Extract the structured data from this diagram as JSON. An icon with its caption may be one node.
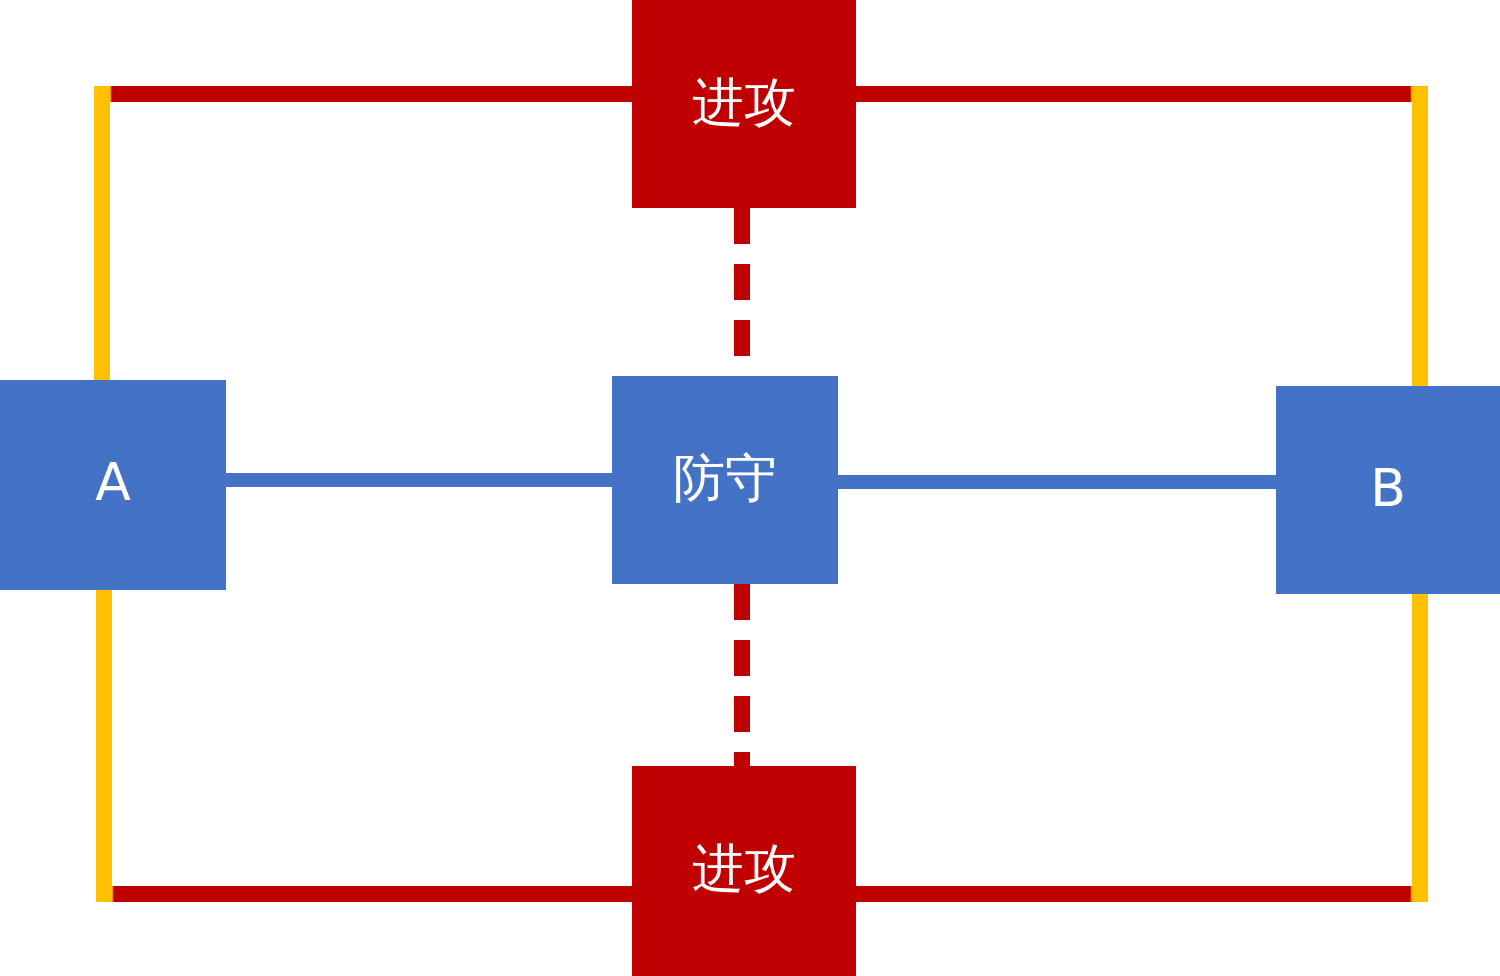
{
  "diagram": {
    "nodes": [
      {
        "text": [
          "进攻"
        ]
      },
      {
        "text": [
          "A"
        ]
      },
      {
        "text": [
          "防守"
        ]
      },
      {
        "text": [
          "B"
        ]
      },
      {
        "text": [
          "进攻"
        ]
      }
    ],
    "edges": [
      {
        "from": 1,
        "to": 0,
        "arrow": "none",
        "color": "#c00000"
      },
      {
        "from": 0,
        "to": 3,
        "arrow": "none",
        "color": "#c00000"
      },
      {
        "from": 1,
        "to": 2,
        "arrow": "none",
        "color": "#4472c4"
      },
      {
        "from": 2,
        "to": 3,
        "arrow": "none",
        "color": "#4472c4"
      },
      {
        "from": 0,
        "to": 2,
        "arrow": "none",
        "style": "dashed",
        "color": "#c00000"
      },
      {
        "from": 2,
        "to": 4,
        "arrow": "none",
        "style": "dashed",
        "color": "#c00000"
      },
      {
        "from": 1,
        "to": 4,
        "arrow": "none",
        "color": "#c00000"
      },
      {
        "from": 4,
        "to": 3,
        "arrow": "none",
        "color": "#c00000"
      }
    ]
  }
}
